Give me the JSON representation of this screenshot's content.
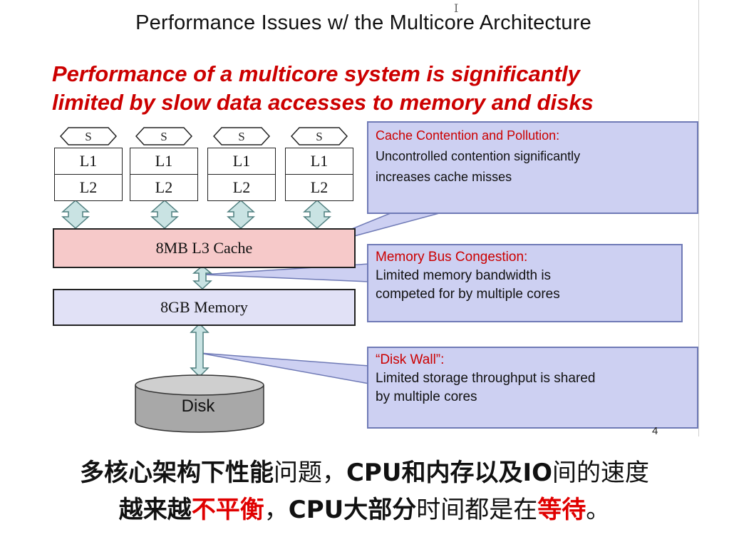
{
  "slide": {
    "title": "Performance Issues w/ the Multicore Architecture",
    "headline_line1": "Performance of a multicore system is significantly",
    "headline_line2": "limited by slow data accesses to memory and disks",
    "page_number": "4"
  },
  "cores": [
    {
      "l1": "L1",
      "l2": "L2"
    },
    {
      "l1": "L1",
      "l2": "L2"
    },
    {
      "l1": "L1",
      "l2": "L2"
    },
    {
      "l1": "L1",
      "l2": "L2"
    }
  ],
  "l3_cache_label": "8MB L3 Cache",
  "memory_label": "8GB Memory",
  "disk_label": "Disk",
  "callouts": {
    "cache": {
      "heading": "Cache Contention and Pollution:",
      "body1": "Uncontrolled contention significantly",
      "body2": "increases cache misses"
    },
    "bus": {
      "heading": "Memory Bus Congestion:",
      "body1": "Limited memory bandwidth is",
      "body2": "competed for by multiple cores"
    },
    "disk": {
      "heading": "“Disk Wall”:",
      "body1": "Limited storage throughput is shared",
      "body2": "by multiple cores"
    }
  },
  "caption": {
    "line1_bold": "多核心架构下性能",
    "line1_normal_a": "问题，",
    "line1_bold_b": "CPU和内存以及IO",
    "line1_normal_c": "间的速度",
    "line2_bold_a": "越来越",
    "line2_red_a": "不平衡",
    "line2_normal_a": "，",
    "line2_bold_b": "CPU大部分",
    "line2_normal_b": "时间都是在",
    "line2_red_b": "等待",
    "line2_normal_c": "。"
  },
  "colors": {
    "headline": "#cc0000",
    "l3_fill": "#f6c9c9",
    "memory_fill": "#e1e1f6",
    "callout_fill": "#cdd0f2",
    "arrow_fill": "#c9e3e3",
    "disk_fill": "#a8a8a8"
  }
}
